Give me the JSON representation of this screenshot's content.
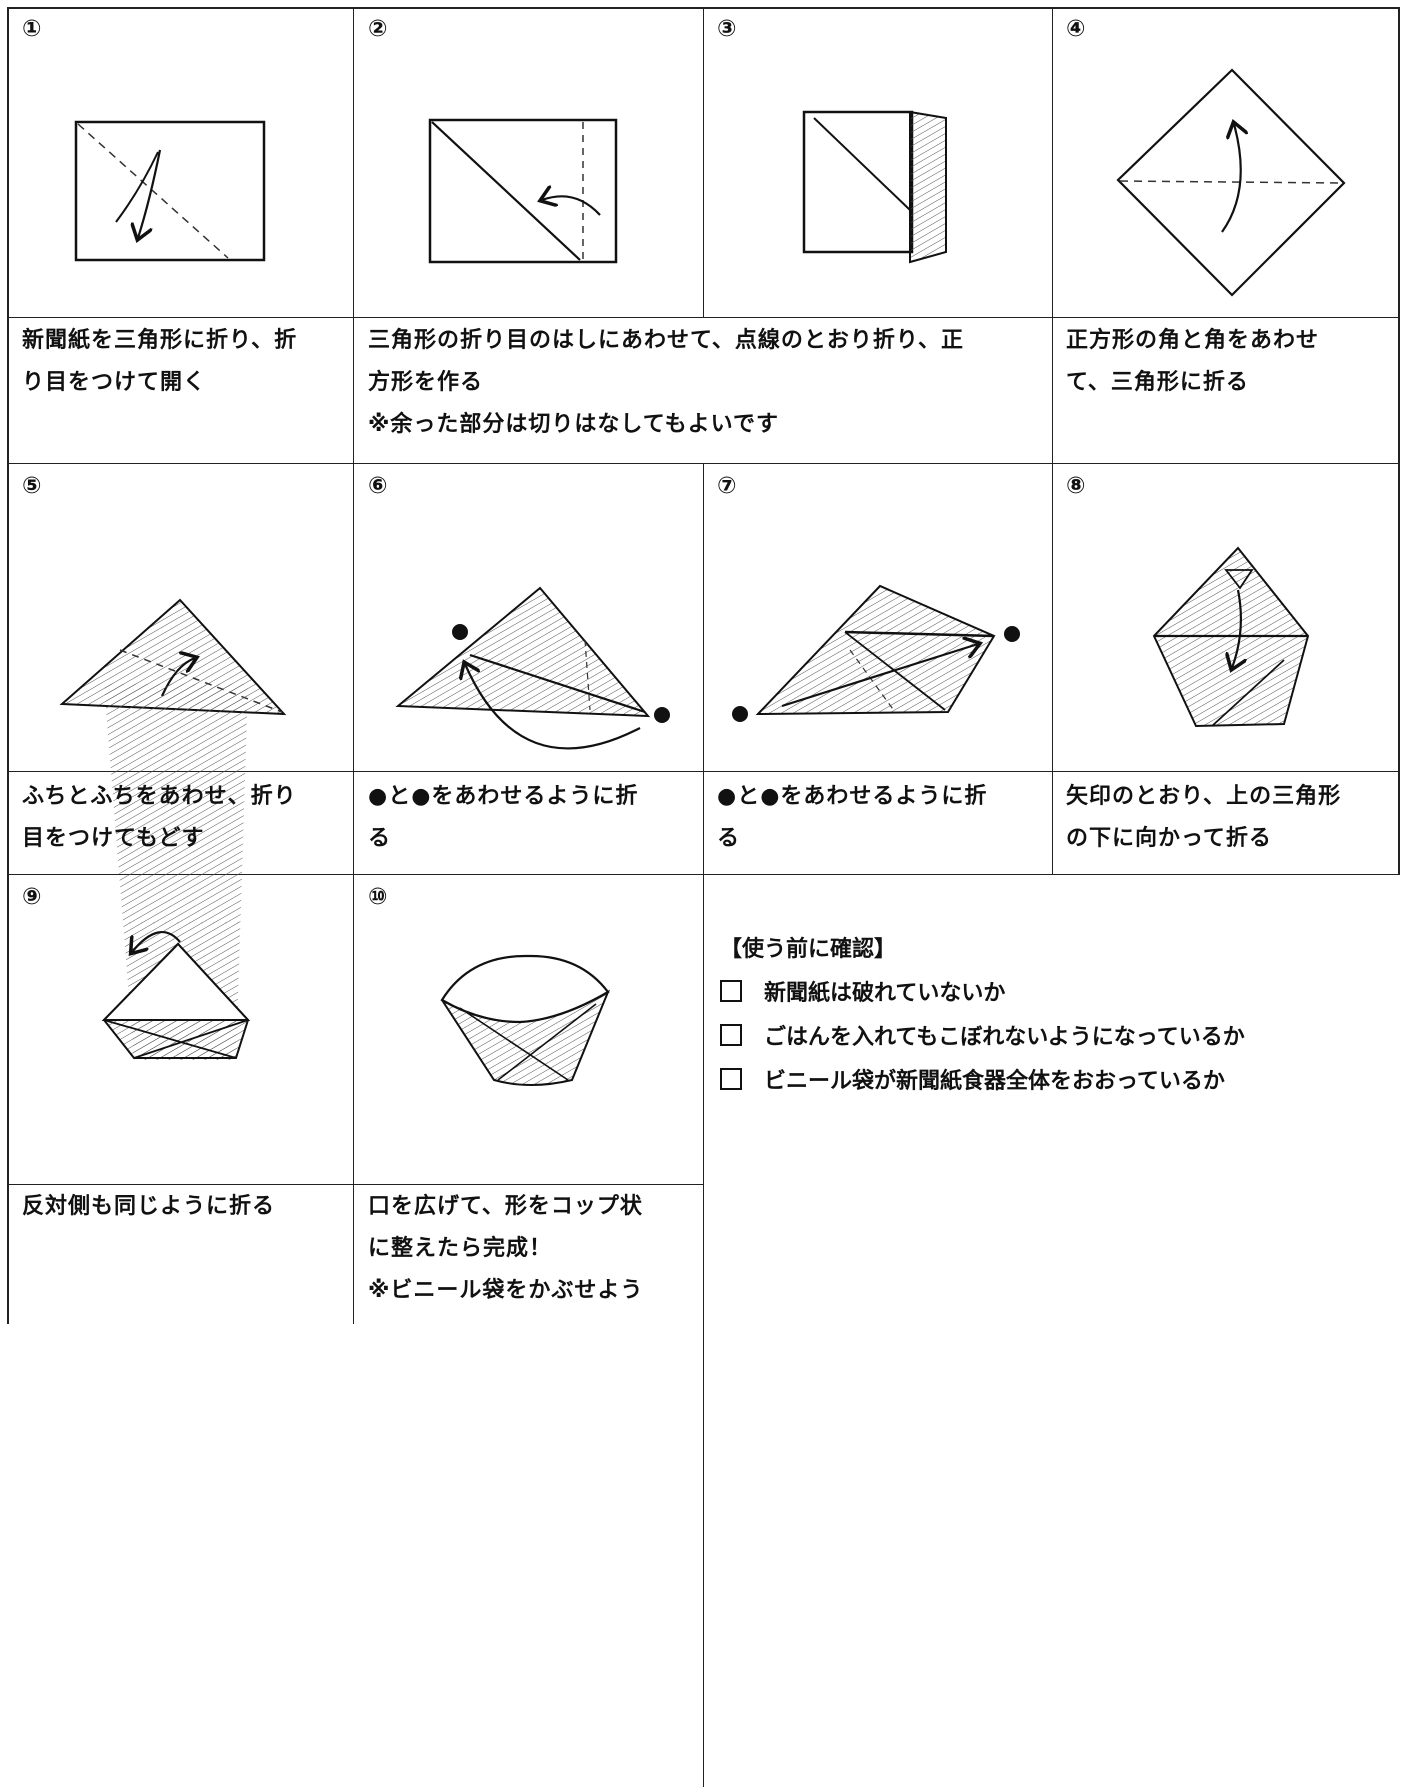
{
  "steps": [
    {
      "num": "①",
      "caption": [
        "新聞紙を三角形に折り、折",
        "り目をつけて開く"
      ]
    },
    {
      "num": "②",
      "caption": [
        "三角形の折り目のはしにあわせて、点線のとおり折り、正",
        "方形を作る",
        "※余った部分は切りはなしてもよいです"
      ]
    },
    {
      "num": "③"
    },
    {
      "num": "④",
      "caption": [
        "正方形の角と角をあわせ",
        "て、三角形に折る"
      ]
    },
    {
      "num": "⑤",
      "caption": [
        "ふちとふちをあわせ、折り",
        "目をつけてもどす"
      ]
    },
    {
      "num": "⑥",
      "caption": [
        "●と●をあわせるように折",
        "る"
      ]
    },
    {
      "num": "⑦",
      "caption": [
        "●と●をあわせるように折",
        "る"
      ]
    },
    {
      "num": "⑧",
      "caption": [
        "矢印のとおり、上の三角形",
        "の下に向かって折る"
      ]
    },
    {
      "num": "⑨",
      "caption": [
        "反対側も同じように折る"
      ]
    },
    {
      "num": "⑩",
      "caption": [
        "口を広げて、形をコップ状",
        "に整えたら完成！",
        "※ビニール袋をかぶせよう"
      ]
    }
  ],
  "checklist": {
    "title": "【使う前に確認】",
    "items": [
      "新聞紙は破れていないか",
      "ごはんを入れてもこぼれないようになっているか",
      "ビニール袋が新聞紙食器全体をおおっているか"
    ]
  }
}
